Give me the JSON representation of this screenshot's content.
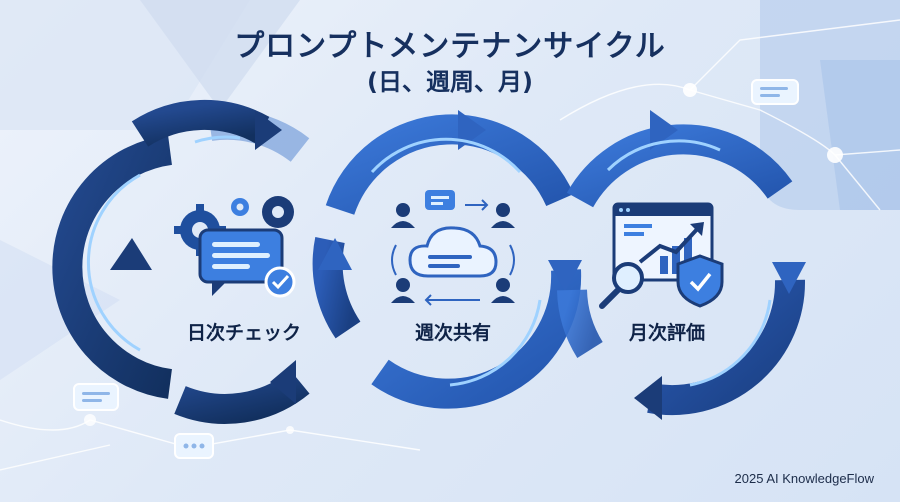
{
  "header": {
    "title": "プロンプトメンテナンサイクル",
    "subtitle": "(日、週周、月)"
  },
  "stages": [
    {
      "label": "日次チェック",
      "icon": "gears-chat-check-icon"
    },
    {
      "label": "週次共有",
      "icon": "team-cloud-share-icon"
    },
    {
      "label": "月次評価",
      "icon": "chart-magnifier-shield-icon"
    }
  ],
  "footer": {
    "credit": "2025 AI KnowledgeFlow"
  },
  "colors": {
    "navy": "#1b3c78",
    "blue": "#2f64c0",
    "light_blue": "#4f8ae0",
    "glow": "#9fd2ff",
    "text": "#16305f"
  }
}
